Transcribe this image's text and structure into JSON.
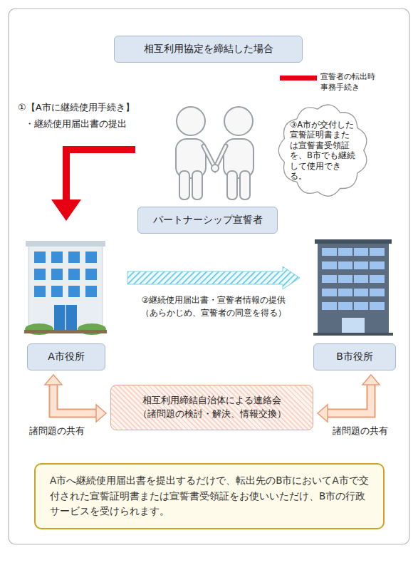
{
  "diagram": {
    "title": "相互利用協定を締結した場合",
    "nodes": [
      {
        "text": [
          "パートナーシップ宣誓者"
        ]
      },
      {
        "text": [
          "③A市が交付した宣誓証明書または宣誓書受領証を、B市でも継続して使用できる。"
        ]
      },
      {
        "text": [
          "A市役所"
        ]
      },
      {
        "text": [
          "B市役所"
        ]
      },
      {
        "text": [
          "相互利用締結自治体による連絡会 （諸問題の検討・解決、情報交換）"
        ]
      },
      {
        "text": [
          "A市へ継続使用届出書を提出するだけで、転出先のB市においてA市で交付された宣誓証明書または宣誓書受領証をお使いいただけ、B市の行政サービスを受けられます。"
        ]
      }
    ],
    "edges": [
      {
        "from": 0,
        "to": 2,
        "arrow": "to"
      },
      {
        "from": 2,
        "to": 3,
        "arrow": "to",
        "label": "②継続使用届出書・宣誓者情報の提供 （あらかじめ、宣誓者の同意を得る）"
      },
      {
        "from": 2,
        "to": 4,
        "arrow": "both",
        "label": "諸問題の共有"
      },
      {
        "from": 3,
        "to": 4,
        "arrow": "both",
        "label": "諸問題の共有"
      }
    ],
    "labels": [
      "①【A市に継続使用手続き】",
      "・継続使用届出書の提出"
    ],
    "legend": [
      {
        "text": "宣誓者の転出時 事務手続き"
      }
    ]
  }
}
